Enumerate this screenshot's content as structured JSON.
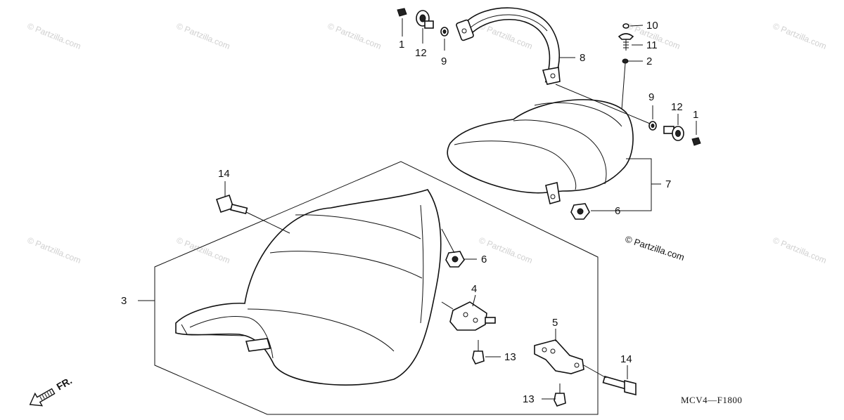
{
  "watermark": {
    "text": "© Partzilla.com"
  },
  "copyright": {
    "text": "© Partzilla.com"
  },
  "diagram_code": "MCV4—F1800",
  "direction_marker": {
    "text": "FR.",
    "icon": "front-arrow-icon"
  },
  "callouts": {
    "c1a": "1",
    "c12a": "12",
    "c9a": "9",
    "c8": "8",
    "c10": "10",
    "c11": "11",
    "c2": "2",
    "c9b": "9",
    "c12b": "12",
    "c1b": "1",
    "c7": "7",
    "c6a": "6",
    "c14a": "14",
    "c6b": "6",
    "c3": "3",
    "c4": "4",
    "c5": "5",
    "c13a": "13",
    "c13b": "13",
    "c14b": "14"
  }
}
